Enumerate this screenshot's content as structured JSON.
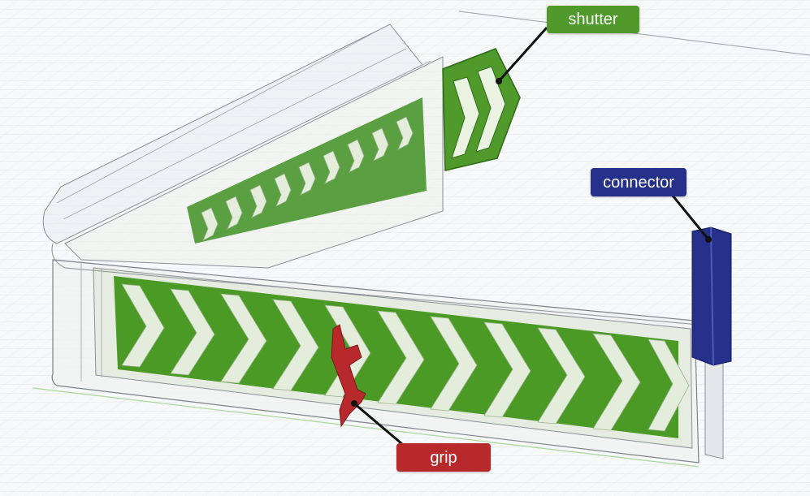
{
  "labels": {
    "shutter": "shutter",
    "connector": "connector",
    "grip": "grip"
  },
  "colors": {
    "shutter": "#4f9a2b",
    "connector": "#25308a",
    "grip": "#b8292c",
    "frame_outline": "#6d7276",
    "grid": "#dcdfe2",
    "ground_line": "#a8d89a",
    "chevron_fill": "#e4eddc"
  },
  "parts": [
    {
      "id": "shutter",
      "name": "shutter",
      "color_key": "shutter"
    },
    {
      "id": "connector",
      "name": "connector",
      "color_key": "connector"
    },
    {
      "id": "grip",
      "name": "grip",
      "color_key": "grip"
    }
  ]
}
